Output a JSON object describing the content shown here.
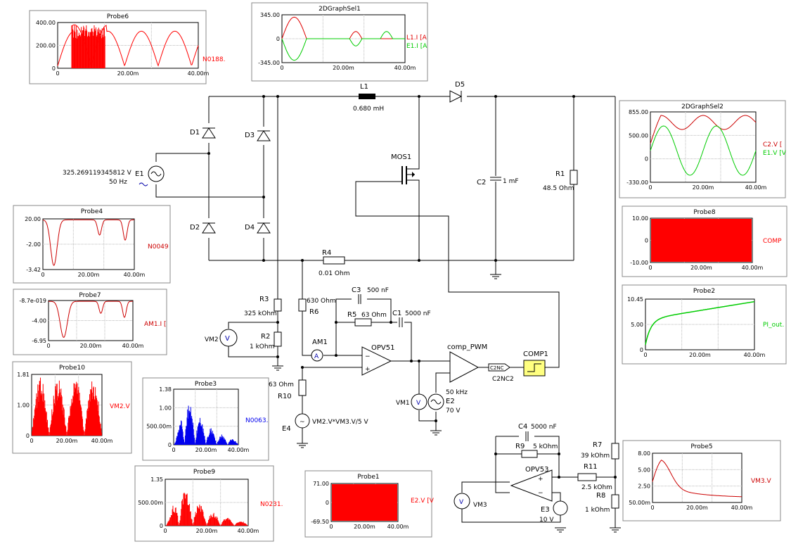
{
  "circuit": {
    "components": {
      "E1": {
        "name": "E1",
        "amplitude": "325.269119345812 V",
        "frequency": "50 Hz"
      },
      "D1": "D1",
      "D2": "D2",
      "D3": "D3",
      "D4": "D4",
      "D5": "D5",
      "L1": {
        "name": "L1",
        "value": "0.680 mH"
      },
      "MOS1": "MOS1",
      "C2": {
        "name": "C2",
        "value": "1 mF"
      },
      "R1": {
        "name": "R1",
        "value": "48.5 Ohm"
      },
      "R4": {
        "name": "R4",
        "value": "0.01 Ohm"
      },
      "R3": {
        "name": "R3",
        "value": "325 kOhm"
      },
      "R2": {
        "name": "R2",
        "value": "1 kOhm"
      },
      "R6": {
        "name": "R6",
        "value": "630 Ohm"
      },
      "C3": {
        "name": "C3",
        "value": "500 nF"
      },
      "R5": {
        "name": "R5",
        "value": "63 Ohm"
      },
      "C1": {
        "name": "C1",
        "value": "5000 nF"
      },
      "AM1": "AM1",
      "OPV51": "OPV51",
      "comp_PWM": "comp_PWM",
      "C2NC2": "C2NC2",
      "COMP1": "COMP1",
      "VM2": "VM2",
      "VM1": "VM1",
      "E2": {
        "name": "E2",
        "frequency": "50 kHz",
        "amplitude": "70 V"
      },
      "R10": {
        "name": "R10",
        "value": "63 Ohm"
      },
      "E4": {
        "name": "E4",
        "expression": "VM2.V*VM3.V/5 V"
      },
      "C4": {
        "name": "C4",
        "value": "5000 nF"
      },
      "R9": {
        "name": "R9",
        "value": "5 kOhm"
      },
      "OPV53": "OPV53",
      "VM3": "VM3",
      "E3": {
        "name": "E3",
        "value": "10 V"
      },
      "R7": {
        "name": "R7",
        "value": "39 kOhm"
      },
      "R11": {
        "name": "R11",
        "value": "2.5 kOhm"
      },
      "R8": {
        "name": "R8",
        "value": "1 kOhm"
      }
    }
  },
  "probes": [
    {
      "id": "probe6",
      "title": "Probe6",
      "yticks": [
        "400.00",
        "200.00",
        "0"
      ],
      "xticks": [
        "0",
        "20.00m",
        "40.00m"
      ],
      "legend": [
        "N0188."
      ],
      "color": "#ff0000"
    },
    {
      "id": "graph1",
      "title": "2DGraphSel1",
      "yticks": [
        "345.00",
        "0",
        "-345.00"
      ],
      "xticks": [
        "0",
        "20.00m",
        "40.00m"
      ],
      "legend": [
        "L1.I [A",
        "E1.I [A"
      ],
      "colors": [
        "#e00000",
        "#00cc00"
      ]
    },
    {
      "id": "graph2",
      "title": "2DGraphSel2",
      "yticks": [
        "855.00",
        "500.00",
        "0",
        "-330.00"
      ],
      "xticks": [
        "0",
        "20.00m",
        "40.00m"
      ],
      "legend": [
        "C2.V [",
        "E1.V [V"
      ],
      "colors": [
        "#cc0000",
        "#00cc00"
      ]
    },
    {
      "id": "probe8",
      "title": "Probe8",
      "yticks": [
        "10.00",
        "0",
        "-10.00"
      ],
      "xticks": [
        "0",
        "20.00m",
        "40.00m"
      ],
      "legend": [
        "COMP"
      ],
      "color": "#ff0000"
    },
    {
      "id": "probe2",
      "title": "Probe2",
      "yticks": [
        "10.45",
        "5.00",
        "0"
      ],
      "xticks": [
        "0",
        "20.00m",
        "40.00m"
      ],
      "legend": [
        "PI_out."
      ],
      "color": "#00cc00"
    },
    {
      "id": "probe4",
      "title": "Probe4",
      "yticks": [
        "20.00",
        "-2.00",
        "-3.42"
      ],
      "xticks": [
        "0",
        "20.00m",
        "40.00m"
      ],
      "legend": [
        "N0049"
      ],
      "color": "#cc0000"
    },
    {
      "id": "probe7",
      "title": "Probe7",
      "yticks": [
        "-8.7e-019",
        "-4.00",
        "-6.95"
      ],
      "xticks": [
        "0",
        "20.00m",
        "40.00m"
      ],
      "legend": [
        "AM1.I ["
      ],
      "color": "#cc0000"
    },
    {
      "id": "probe10",
      "title": "Probe10",
      "yticks": [
        "1.81",
        "1.00",
        "0"
      ],
      "xticks": [
        "0",
        "20.00m",
        "40.00m"
      ],
      "legend": [
        "VM2.V"
      ],
      "color": "#ff0000"
    },
    {
      "id": "probe3",
      "title": "Probe3",
      "yticks": [
        "1.38",
        "1.00",
        "500.00m",
        "0"
      ],
      "xticks": [
        "0",
        "20.00m",
        "40.00m"
      ],
      "legend": [
        "N0063."
      ],
      "color": "#0000ee"
    },
    {
      "id": "probe9",
      "title": "Probe9",
      "yticks": [
        "1.35",
        "500.00m",
        "0"
      ],
      "xticks": [
        "0",
        "20.00m",
        "40.00m"
      ],
      "legend": [
        "N0231."
      ],
      "color": "#ff0000"
    },
    {
      "id": "probe1",
      "title": "Probe1",
      "yticks": [
        "71.00",
        "0",
        "-69.50"
      ],
      "xticks": [
        "0",
        "20.00m",
        "40.00m"
      ],
      "legend": [
        "E2.V [V"
      ],
      "color": "#ff0000"
    },
    {
      "id": "probe5",
      "title": "Probe5",
      "yticks": [
        "8.00",
        "5.00",
        "2.50",
        "50.00m"
      ],
      "xticks": [
        "0",
        "20.00m",
        "40.00m"
      ],
      "legend": [
        "VM3.V"
      ],
      "color": "#cc0000"
    }
  ],
  "colors": {
    "wire": "#000000",
    "component_red": "#cc0000",
    "comparator_fill": "#ffff80"
  }
}
